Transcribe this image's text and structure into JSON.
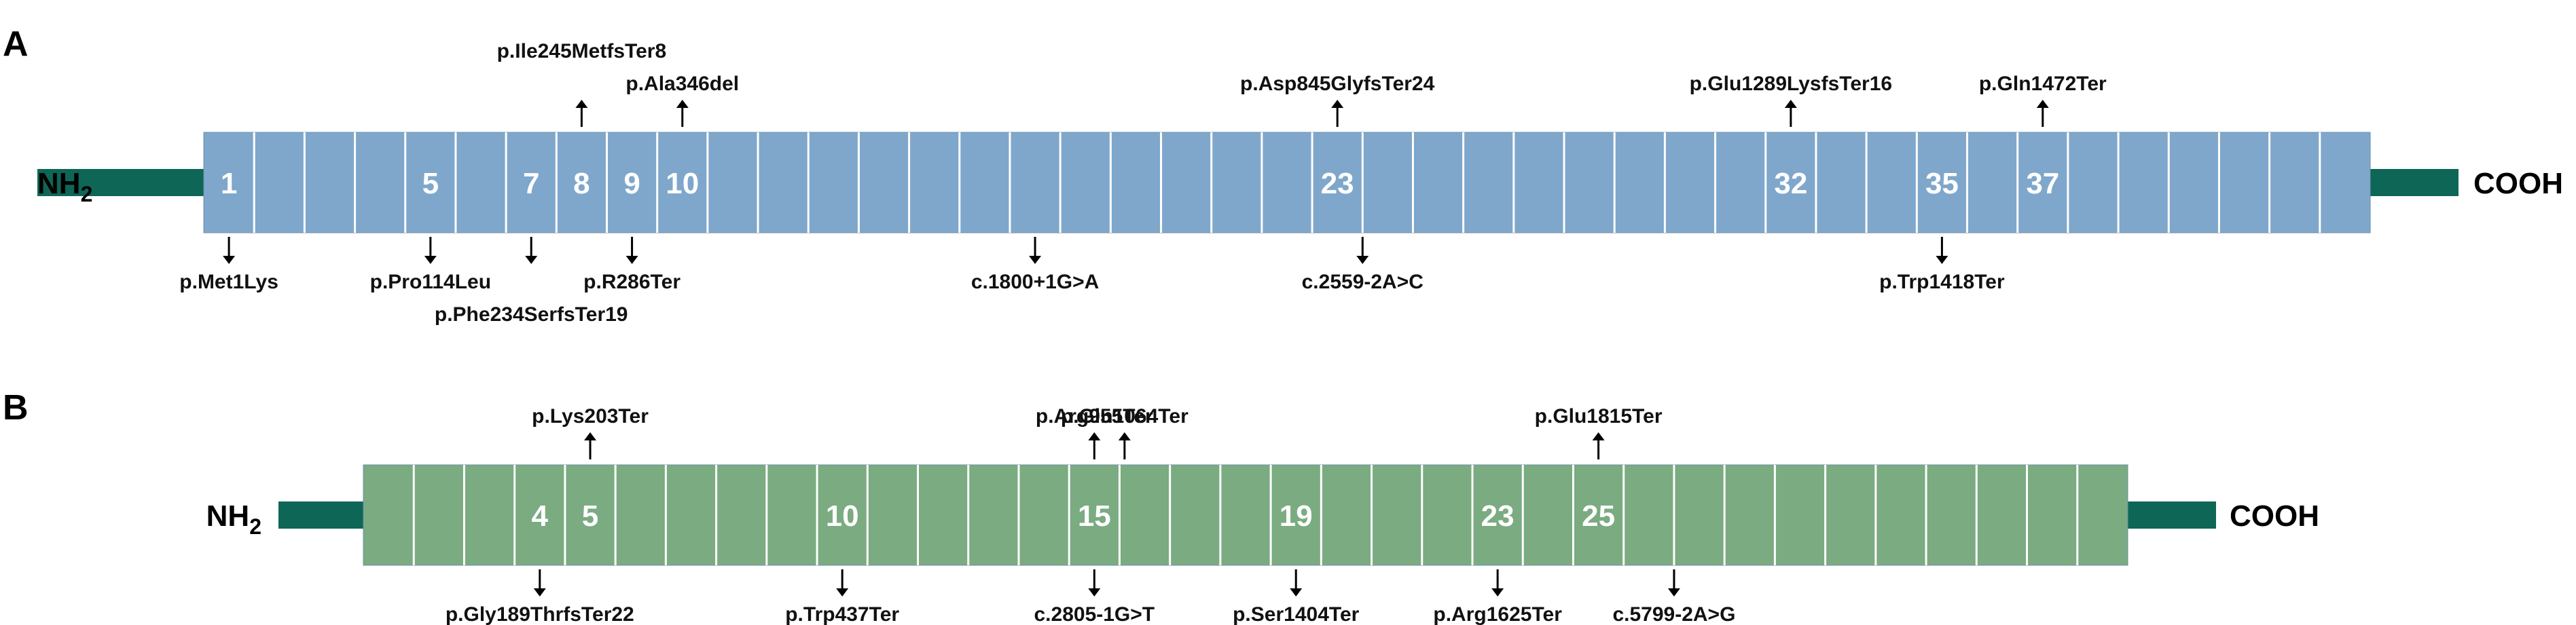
{
  "colors": {
    "panel_a_block": "#7fa7cb",
    "panel_b_block": "#7bab81",
    "terminal_bar": "#0e6656",
    "divider": "#ffffff"
  },
  "panels": [
    {
      "label": "A",
      "n_term": "NH",
      "n_term_sub": "2",
      "c_term": "COOH",
      "block_color": "#7fa7cb",
      "n_segments": 43,
      "exon_labels": [
        {
          "segment": 1,
          "text": "1"
        },
        {
          "segment": 5,
          "text": "5"
        },
        {
          "segment": 7,
          "text": "7"
        },
        {
          "segment": 8,
          "text": "8"
        },
        {
          "segment": 9,
          "text": "9"
        },
        {
          "segment": 10,
          "text": "10"
        },
        {
          "segment": 23,
          "text": "23"
        },
        {
          "segment": 32,
          "text": "32"
        },
        {
          "segment": 35,
          "text": "35"
        },
        {
          "segment": 37,
          "text": "37"
        }
      ],
      "variants_above": [
        {
          "text": "p.Ile245MetfsTer8",
          "segment": 8.0,
          "level": 2
        },
        {
          "text": "p.Ala346del",
          "segment": 10.0,
          "level": 1
        },
        {
          "text": "p.Asp845GlyfsTer24",
          "segment": 23.0,
          "level": 1
        },
        {
          "text": "p.Glu1289LysfsTer16",
          "segment": 32.0,
          "level": 1
        },
        {
          "text": "p.Gln1472Ter",
          "segment": 37.0,
          "level": 1
        }
      ],
      "variants_below": [
        {
          "text": "p.Met1Lys",
          "segment": 1.0,
          "level": 1
        },
        {
          "text": "p.Pro114Leu",
          "segment": 5.0,
          "level": 1
        },
        {
          "text": "p.Phe234SerfsTer19",
          "segment": 7.0,
          "level": 2
        },
        {
          "text": "p.R286Ter",
          "segment": 9.0,
          "level": 1
        },
        {
          "text": "c.1800+1G>A",
          "segment": 17.0,
          "level": 1
        },
        {
          "text": "c.2559-2A>C",
          "segment": 23.5,
          "level": 1
        },
        {
          "text": "p.Trp1418Ter",
          "segment": 35.0,
          "level": 1
        }
      ]
    },
    {
      "label": "B",
      "n_term": "NH",
      "n_term_sub": "2",
      "c_term": "COOH",
      "block_color": "#7bab81",
      "n_segments": 35,
      "exon_labels": [
        {
          "segment": 4,
          "text": "4"
        },
        {
          "segment": 5,
          "text": "5"
        },
        {
          "segment": 10,
          "text": "10"
        },
        {
          "segment": 15,
          "text": "15"
        },
        {
          "segment": 19,
          "text": "19"
        },
        {
          "segment": 23,
          "text": "23"
        },
        {
          "segment": 25,
          "text": "25"
        }
      ],
      "variants_above": [
        {
          "text": "p.Lys203Ter",
          "segment": 5.0,
          "level": 1
        },
        {
          "text": "p.Arg955Ter",
          "segment": 15.0,
          "level": 1
        },
        {
          "text": "p.Gln1064Ter",
          "segment": 15.6,
          "level": 1
        },
        {
          "text": "p.Glu1815Ter",
          "segment": 25.0,
          "level": 1
        }
      ],
      "variants_below": [
        {
          "text": "p.Gly189ThrfsTer22",
          "segment": 4.0,
          "level": 1
        },
        {
          "text": "p.Trp437Ter",
          "segment": 10.0,
          "level": 1
        },
        {
          "text": "c.2805-1G>T",
          "segment": 15.0,
          "level": 1
        },
        {
          "text": "p.Ser1404Ter",
          "segment": 19.0,
          "level": 1
        },
        {
          "text": "p.Arg1625Ter",
          "segment": 23.0,
          "level": 1
        },
        {
          "text": "c.5799-2A>G",
          "segment": 26.5,
          "level": 1
        }
      ]
    }
  ]
}
